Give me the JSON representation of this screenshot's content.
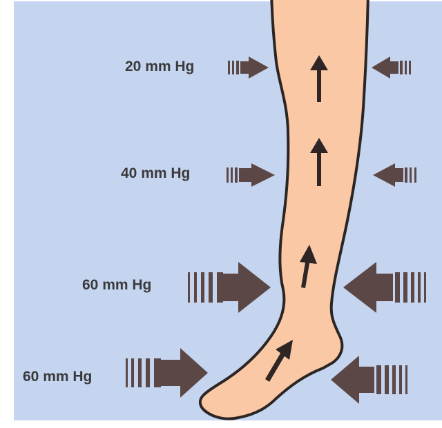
{
  "figure": {
    "labels": [
      {
        "text": "20 mm Hg"
      },
      {
        "text": "40 mm Hg"
      },
      {
        "text": "60 mm Hg"
      },
      {
        "text": "60 mm Hg"
      }
    ],
    "colors": {
      "background": "#c5d4ef",
      "leg_fill": "#fac8a5",
      "leg_outline": "#2b2523",
      "arrow": "#5b4846",
      "label_text": "#3a3a3a"
    },
    "icons": {
      "external_pressure": "compression-arrow-icon",
      "venous_flow": "upward-flow-arrow-icon"
    }
  }
}
